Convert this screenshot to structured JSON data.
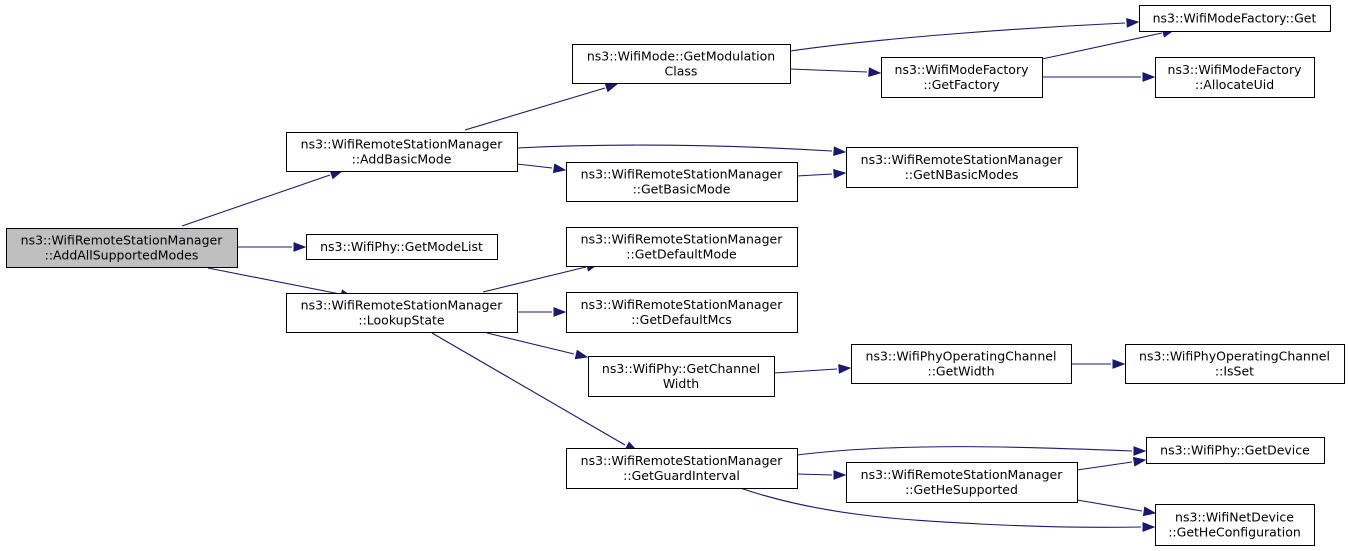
{
  "colors": {
    "edge": "#191970",
    "node_fill": "#ffffff",
    "root_fill": "#bfbfbf",
    "border": "#000000"
  },
  "nodes": {
    "root": [
      "ns3::WifiRemoteStationManager",
      "::AddAllSupportedModes"
    ],
    "add_basic_mode": [
      "ns3::WifiRemoteStationManager",
      "::AddBasicMode"
    ],
    "get_mode_list": [
      "ns3::WifiPhy::GetModeList"
    ],
    "lookup_state": [
      "ns3::WifiRemoteStationManager",
      "::LookupState"
    ],
    "get_modulation_class": [
      "ns3::WifiMode::GetModulation",
      "Class"
    ],
    "get_basic_mode": [
      "ns3::WifiRemoteStationManager",
      "::GetBasicMode"
    ],
    "get_n_basic_modes": [
      "ns3::WifiRemoteStationManager",
      "::GetNBasicModes"
    ],
    "factory_get": [
      "ns3::WifiModeFactory::Get"
    ],
    "get_factory": [
      "ns3::WifiModeFactory",
      "::GetFactory"
    ],
    "allocate_uid": [
      "ns3::WifiModeFactory",
      "::AllocateUid"
    ],
    "get_default_mode": [
      "ns3::WifiRemoteStationManager",
      "::GetDefaultMode"
    ],
    "get_default_mcs": [
      "ns3::WifiRemoteStationManager",
      "::GetDefaultMcs"
    ],
    "get_channel_width": [
      "ns3::WifiPhy::GetChannel",
      "Width"
    ],
    "get_width": [
      "ns3::WifiPhyOperatingChannel",
      "::GetWidth"
    ],
    "is_set": [
      "ns3::WifiPhyOperatingChannel",
      "::IsSet"
    ],
    "get_guard_interval": [
      "ns3::WifiRemoteStationManager",
      "::GetGuardInterval"
    ],
    "get_he_supported": [
      "ns3::WifiRemoteStationManager",
      "::GetHeSupported"
    ],
    "get_device": [
      "ns3::WifiPhy::GetDevice"
    ],
    "get_he_configuration": [
      "ns3::WifiNetDevice",
      "::GetHeConfiguration"
    ]
  },
  "edges": [
    [
      "root",
      "add_basic_mode"
    ],
    [
      "root",
      "get_mode_list"
    ],
    [
      "root",
      "lookup_state"
    ],
    [
      "add_basic_mode",
      "get_modulation_class"
    ],
    [
      "add_basic_mode",
      "get_n_basic_modes"
    ],
    [
      "add_basic_mode",
      "get_basic_mode"
    ],
    [
      "get_modulation_class",
      "factory_get"
    ],
    [
      "get_modulation_class",
      "get_factory"
    ],
    [
      "get_factory",
      "factory_get"
    ],
    [
      "get_factory",
      "allocate_uid"
    ],
    [
      "get_basic_mode",
      "get_n_basic_modes"
    ],
    [
      "lookup_state",
      "get_default_mode"
    ],
    [
      "lookup_state",
      "get_default_mcs"
    ],
    [
      "lookup_state",
      "get_channel_width"
    ],
    [
      "lookup_state",
      "get_guard_interval"
    ],
    [
      "get_channel_width",
      "get_width"
    ],
    [
      "get_width",
      "is_set"
    ],
    [
      "get_guard_interval",
      "get_device"
    ],
    [
      "get_guard_interval",
      "get_he_supported"
    ],
    [
      "get_guard_interval",
      "get_he_configuration"
    ],
    [
      "get_he_supported",
      "get_device"
    ],
    [
      "get_he_supported",
      "get_he_configuration"
    ]
  ]
}
